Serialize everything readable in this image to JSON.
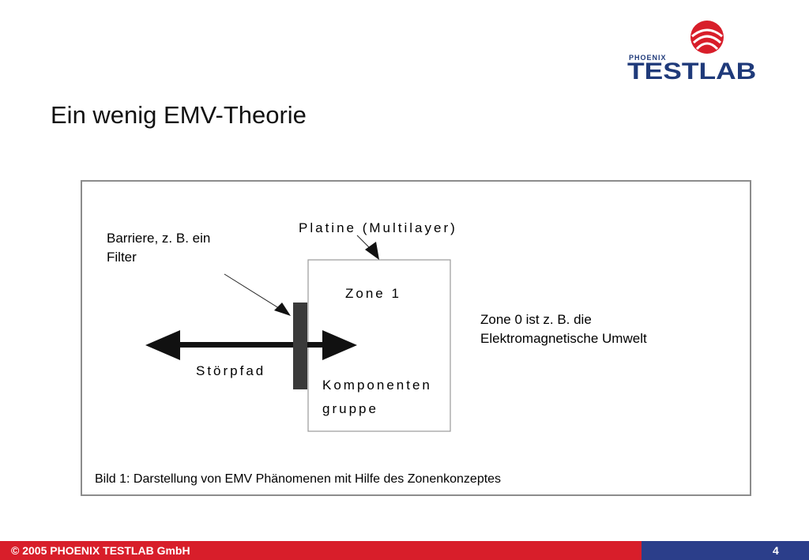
{
  "logo": {
    "small": "PHOENIX",
    "big": "TESTLAB"
  },
  "title": "Ein wenig EMV-Theorie",
  "diagram": {
    "platine_label": "Platine (Multilayer)",
    "barrier_line1": "Barriere, z. B. ein",
    "barrier_line2": "Filter",
    "zone1_label": "Zone 1",
    "zone0_line1": "Zone 0 ist z. B. die",
    "zone0_line2": "Elektromagnetische Umwelt",
    "stoerpfad_label": "Störpfad",
    "component_line1": "Komponenten",
    "component_line2": "gruppe",
    "caption": "Bild 1: Darstellung von EMV Phänomenen mit Hilfe des Zonenkonzeptes"
  },
  "footer": {
    "copyright": "© 2005 PHOENIX TESTLAB GmbH",
    "page_number": "4"
  },
  "colors": {
    "brand_red": "#d81e2a",
    "brand_blue": "#2b3e8a"
  }
}
